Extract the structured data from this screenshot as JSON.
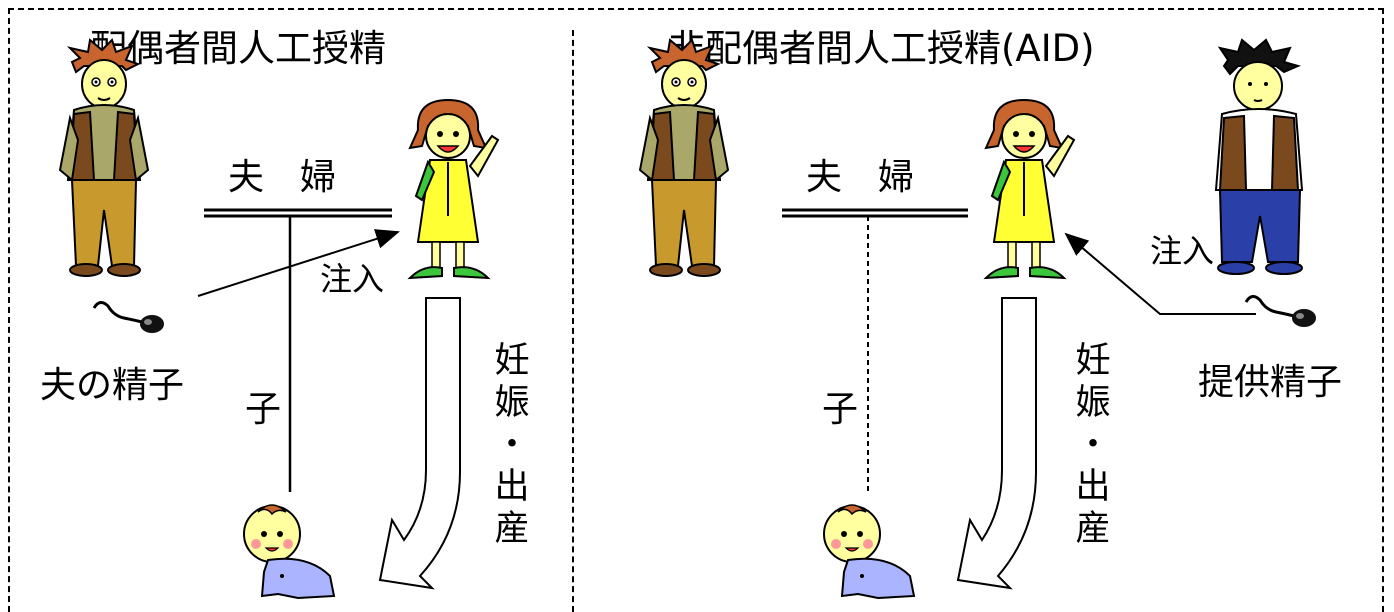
{
  "left_panel": {
    "title": "配偶者間人工授精",
    "couple_label": "夫　婦",
    "child_label": "子",
    "sperm_label": "夫の精子",
    "inject_label": "注入",
    "pregnancy_label": "妊娠・出産"
  },
  "right_panel": {
    "title": "非配偶者間人工授精(AID)",
    "couple_label": "夫　婦",
    "child_label": "子",
    "sperm_label": "提供精子",
    "inject_label": "注入",
    "pregnancy_label": "妊娠・出産"
  },
  "colors": {
    "husband_vest": "#7a4a1e",
    "husband_pants": "#c89a2e",
    "wife_dress": "#ffff33",
    "wife_shoes": "#3cc63c",
    "donor_pants": "#2a3fa8",
    "baby_clothes": "#aab4ff",
    "skin": "#ffffa0",
    "hair_husband": "#c8642d",
    "hair_donor": "#111111"
  },
  "icons": [
    "husband-figure",
    "wife-figure",
    "donor-figure",
    "baby-figure",
    "sperm-icon"
  ]
}
